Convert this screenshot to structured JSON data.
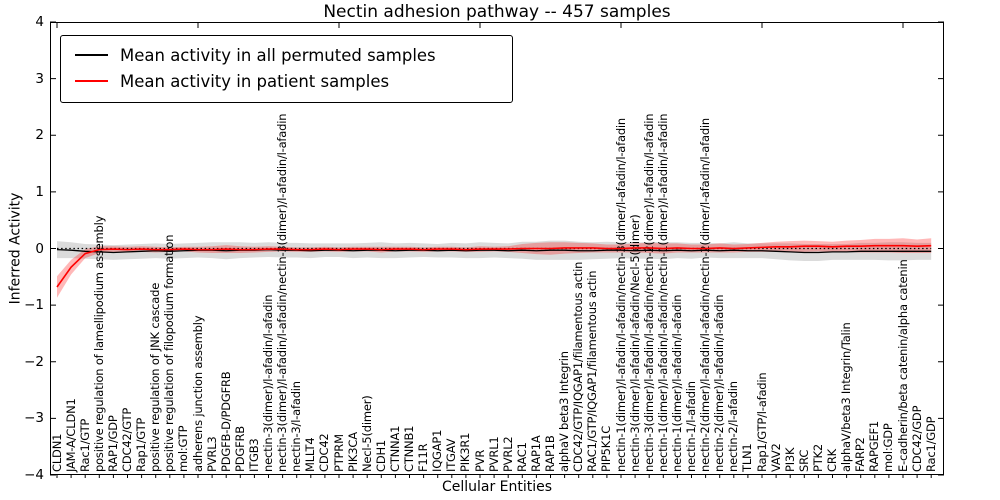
{
  "title": "Nectin adhesion pathway -- 457 samples",
  "legend": {
    "items": [
      {
        "label": "Mean activity in all permuted samples",
        "color": "#000000"
      },
      {
        "label": "Mean activity in patient samples",
        "color": "#ff0000"
      }
    ]
  },
  "axes": {
    "xlabel": "Cellular Entities",
    "ylabel": "Inferred Activity",
    "ytick_labels": [
      "4",
      "3",
      "2",
      "1",
      "0",
      "−1",
      "−2",
      "−3",
      "−4"
    ],
    "ytick_values": [
      4,
      3,
      2,
      1,
      0,
      -1,
      -2,
      -3,
      -4
    ],
    "ylim": [
      -4,
      4
    ]
  },
  "chart_data": {
    "type": "line",
    "title": "Nectin adhesion pathway -- 457 samples",
    "xlabel": "Cellular Entities",
    "ylabel": "Inferred Activity",
    "ylim": [
      -4,
      4
    ],
    "grid": false,
    "legend_position": "upper left",
    "reference_line": {
      "y": 0,
      "style": "dotted",
      "color": "#000000"
    },
    "categories": [
      "CLDN1",
      "JAM-A/CLDN1",
      "Rac1/GTP",
      "positive regulation of lamellipodium assembly",
      "RAP1/GDP",
      "CDC42/GTP",
      "Rap1/GTP",
      "positive regulation of JNK cascade",
      "positive regulation of filopodium formation",
      "mol:GTP",
      "adherens junction assembly",
      "PVRL3",
      "PDGFB-D/PDGFRB",
      "PDGFRB",
      "ITGB3",
      "nectin-3(dimer)/l-afadin/l-afadin",
      "nectin-3(dimer)/l-afadin/l-afadin/nectin-3(dimer)/l-afadin/l-afadin",
      "nectin-3/l-afadin",
      "MLLT4",
      "CDC42",
      "PTPRM",
      "PIK3CA",
      "Necl-5(dimer)",
      "CDH1",
      "CTNNA1",
      "CTNNB1",
      "F11R",
      "IQGAP1",
      "ITGAV",
      "PIK3R1",
      "PVR",
      "PVRL1",
      "PVRL2",
      "RAC1",
      "RAP1A",
      "RAP1B",
      "alphaV beta3 Integrin",
      "CDC42/GTP/IQGAP1/filamentous actin",
      "RAC1/GTP/IQGAP1/filamentous actin",
      "PIP5K1C",
      "nectin-1(dimer)/l-afadin/l-afadin/nectin-3(dimer/l-afadin/l-afadin",
      "nectin-3(dimer)/l-afadin/l-afadin/Necl-5(dimer)",
      "nectin-3(dimer)/l-afadin/l-afadin/nectin-2(dimer)/l-afadin/l-afadin",
      "nectin-1(dimer)/l-afadin/l-afadin/nectin-1(dimer)/l-afadin/l-afadin",
      "nectin-1(dimer)/l-afadin/l-afadin",
      "nectin-1/l-afadin",
      "nectin-2(dimer)/l-afadin/l-afadin/nectin-2(dimer/l-afadin/l-afadin",
      "nectin-2(dimer)/l-afadin/l-afadin",
      "nectin-2/l-afadin",
      "TLN1",
      "Rap1/GTP/l-afadin",
      "VAV2",
      "PI3K",
      "SRC",
      "PTK2",
      "CRK",
      "alphaV/beta3 Integrin/Talin",
      "FARP2",
      "RAPGEF1",
      "mol:GDP",
      "E-cadherin/beta catenin/alpha catenin",
      "CDC42/GDP",
      "Rac1/GDP"
    ],
    "series": [
      {
        "name": "Mean activity in all permuted samples",
        "color": "#000000",
        "band_color": "#000000",
        "band_opacity": 0.14,
        "values": [
          -0.02,
          -0.03,
          -0.05,
          -0.06,
          -0.07,
          -0.06,
          -0.05,
          -0.04,
          -0.05,
          -0.04,
          -0.03,
          -0.03,
          -0.04,
          -0.03,
          -0.03,
          -0.02,
          -0.03,
          -0.03,
          -0.04,
          -0.03,
          -0.03,
          -0.04,
          -0.03,
          -0.03,
          -0.04,
          -0.03,
          -0.03,
          -0.04,
          -0.03,
          -0.04,
          -0.03,
          -0.03,
          -0.04,
          -0.03,
          -0.04,
          -0.03,
          -0.03,
          -0.04,
          -0.04,
          -0.03,
          -0.03,
          -0.04,
          -0.03,
          -0.04,
          -0.03,
          -0.04,
          -0.03,
          -0.04,
          -0.03,
          -0.04,
          -0.04,
          -0.05,
          -0.06,
          -0.07,
          -0.07,
          -0.06,
          -0.06,
          -0.05,
          -0.05,
          -0.05,
          -0.05,
          -0.05,
          -0.05
        ],
        "band_halfwidth": [
          0.15,
          0.14,
          0.13,
          0.13,
          0.13,
          0.13,
          0.13,
          0.13,
          0.13,
          0.13,
          0.13,
          0.14,
          0.15,
          0.14,
          0.13,
          0.13,
          0.13,
          0.13,
          0.13,
          0.12,
          0.12,
          0.13,
          0.13,
          0.14,
          0.13,
          0.13,
          0.12,
          0.12,
          0.13,
          0.13,
          0.14,
          0.13,
          0.13,
          0.15,
          0.16,
          0.17,
          0.17,
          0.16,
          0.15,
          0.15,
          0.14,
          0.14,
          0.15,
          0.15,
          0.14,
          0.14,
          0.13,
          0.13,
          0.14,
          0.13,
          0.13,
          0.14,
          0.15,
          0.15,
          0.15,
          0.14,
          0.14,
          0.15,
          0.15,
          0.16,
          0.16,
          0.15,
          0.15
        ]
      },
      {
        "name": "Mean activity in patient samples",
        "color": "#ff0000",
        "band_color": "#ff0000",
        "band_opacity": 0.28,
        "values": [
          -0.68,
          -0.33,
          -0.09,
          -0.02,
          -0.01,
          -0.02,
          -0.01,
          -0.02,
          -0.02,
          -0.01,
          -0.02,
          -0.02,
          -0.01,
          -0.02,
          -0.02,
          -0.01,
          -0.01,
          -0.02,
          -0.02,
          -0.01,
          -0.02,
          -0.01,
          -0.01,
          -0.02,
          -0.01,
          -0.01,
          -0.02,
          -0.01,
          -0.01,
          -0.02,
          -0.01,
          -0.01,
          -0.01,
          0,
          0,
          0,
          0.01,
          0.01,
          0.01,
          0,
          0,
          0.01,
          0.01,
          0,
          0.01,
          0,
          0,
          0.01,
          0,
          0.01,
          0.02,
          0.03,
          0.03,
          0.04,
          0.04,
          0.03,
          0.04,
          0.04,
          0.05,
          0.05,
          0.05,
          0.04,
          0.05
        ],
        "band_halfwidth": [
          0.19,
          0.13,
          0.08,
          0.06,
          0.05,
          0.05,
          0.05,
          0.05,
          0.04,
          0.04,
          0.05,
          0.06,
          0.07,
          0.06,
          0.05,
          0.05,
          0.04,
          0.04,
          0.04,
          0.04,
          0.04,
          0.04,
          0.04,
          0.05,
          0.04,
          0.04,
          0.04,
          0.04,
          0.04,
          0.04,
          0.05,
          0.04,
          0.05,
          0.08,
          0.1,
          0.11,
          0.1,
          0.09,
          0.08,
          0.07,
          0.07,
          0.08,
          0.09,
          0.09,
          0.08,
          0.07,
          0.07,
          0.08,
          0.07,
          0.07,
          0.08,
          0.09,
          0.1,
          0.1,
          0.09,
          0.09,
          0.1,
          0.11,
          0.12,
          0.12,
          0.13,
          0.12,
          0.13
        ]
      }
    ]
  }
}
